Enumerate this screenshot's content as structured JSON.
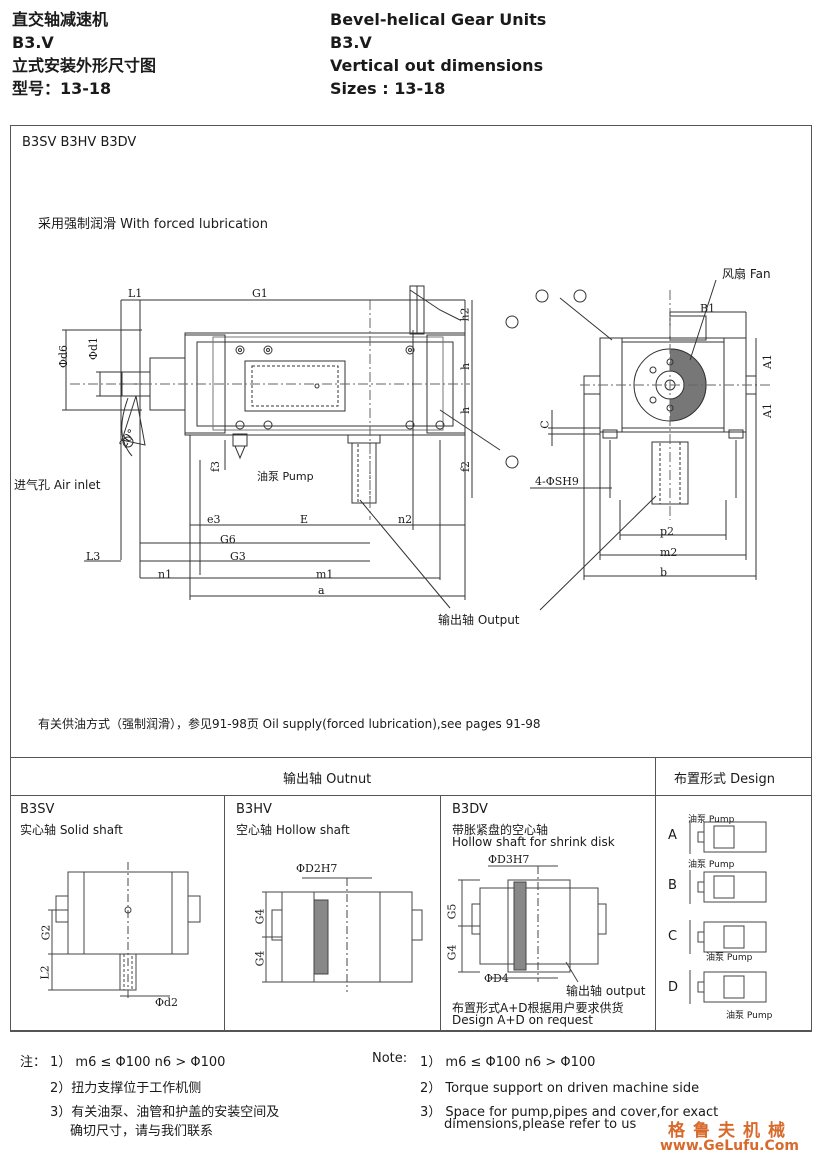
{
  "header": {
    "zh_line1": "直交轴减速机",
    "zh_line2": "B3.V",
    "zh_line3": "立式安装外形尺寸图",
    "zh_line4": "型号：13-18",
    "en_line1": "Bevel-helical Gear Units",
    "en_line2": "B3.V",
    "en_line3": "Vertical out dimensions",
    "en_line4": "Sizes : 13-18"
  },
  "main": {
    "models": "B3SV  B3HV  B3DV",
    "lubrication_note": "采用强制润滑  With forced lubrication",
    "fan_label": "风扇  Fan",
    "air_inlet_label": "进气孔  Air inlet",
    "pump_label": "油泵  Pump",
    "output_label": "输出轴  Output",
    "oil_supply_note": "有关供油方式（强制润滑），参见91-98页   Oil supply(forced lubrication),see pages 91-98",
    "dims": {
      "L1": "L1",
      "G1": "G1",
      "h2": "h2",
      "h": "h",
      "d1": "Φd1",
      "d6": "Φd6",
      "f3": "f3",
      "f2": "f2",
      "e3": "e3",
      "E": "E",
      "n2": "n2",
      "G6": "G6",
      "L3": "L3",
      "G3": "G3",
      "n1": "n1",
      "m1": "m1",
      "a": "a",
      "B1": "B1",
      "A1": "A1",
      "C": "C",
      "holes": "4-ΦSH9",
      "p2": "p2",
      "m2": "m2",
      "b": "b",
      "angle": "20°"
    }
  },
  "table": {
    "output_header": "输出轴  Outnut",
    "design_header": "布置形式  Design",
    "b3sv_title": "B3SV",
    "b3sv_sub": "实心轴  Solid shaft",
    "b3hv_title": "B3HV",
    "b3hv_sub": "空心轴  Hollow shaft",
    "b3dv_title": "B3DV",
    "b3dv_sub1": "带胀紧盘的空心轴",
    "b3dv_sub2": "Hollow shaft for shrink disk",
    "b3dv_output": "输出轴  output",
    "b3dv_req1": "布置形式A+D根据用户要求供货",
    "b3dv_req2": "Design A+D on request",
    "sv_dims": {
      "G2": "G2",
      "L2": "L2",
      "d2": "Φd2"
    },
    "hv_dims": {
      "D2": "ΦD2H7",
      "G4a": "G4",
      "G4b": "G4"
    },
    "dv_dims": {
      "D3": "ΦD3H7",
      "G5": "G5",
      "G4": "G4",
      "D4": "ΦD4"
    },
    "design": {
      "A": "A",
      "B": "B",
      "C": "C",
      "D": "D",
      "pump": "油泵 Pump"
    }
  },
  "notes": {
    "zh_prefix": "注：",
    "zh_1": "1）  m6 ≤ Φ100  n6 > Φ100",
    "zh_2": "2）扭力支撑位于工作机侧",
    "zh_3a": "3）有关油泵、油管和护盖的安装空间及",
    "zh_3b": "确切尺寸，请与我们联系",
    "en_prefix": "Note:",
    "en_1": "1）  m6 ≤ Φ100  n6 > Φ100",
    "en_2": "2）  Torque support on driven machine side",
    "en_3a": "3）  Space for pump,pipes and cover,for exact",
    "en_3b": "dimensions,please refer to us"
  },
  "watermark": {
    "brand_zh": "格鲁夫机械",
    "url": "www.GeLufu.Com"
  }
}
